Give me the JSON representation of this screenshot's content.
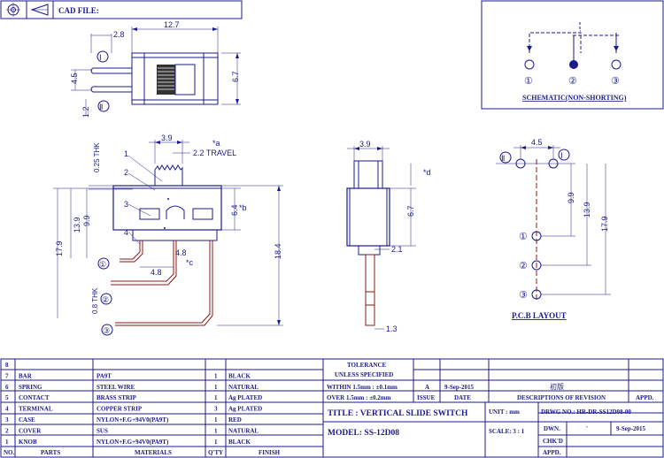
{
  "header": {
    "cad_file": "CAD FILE:"
  },
  "schematic": {
    "title": "SCHEMATIC(NON-SHORTING)",
    "pins": [
      "①",
      "②",
      "③"
    ]
  },
  "top_view": {
    "dims": [
      "2.8",
      "12.7",
      "4.5",
      "6.7",
      "1.2"
    ],
    "markers": [
      "Ⅰ",
      "Ⅱ"
    ]
  },
  "front_view": {
    "dims": [
      "3.9",
      "*a",
      "2.2  TRAVEL",
      "0.25 THK",
      "9.9",
      "13.9",
      "17.9",
      "*b",
      "6.4",
      "4.8",
      "*c",
      "4.8",
      "18.4",
      "0.8 THK"
    ],
    "callouts": [
      "1",
      "2",
      "3",
      "4"
    ],
    "pins": [
      "①",
      "②",
      "③"
    ]
  },
  "side_view": {
    "dims": [
      "3.9",
      "*d",
      "6.7",
      "2.1",
      "1.3"
    ]
  },
  "pcb_layout": {
    "title": "P.C.B  LAYOUT",
    "dims": [
      "4.5",
      "9.9",
      "13.9",
      "17.9"
    ],
    "markers": [
      "Ⅱ",
      "Ⅰ"
    ],
    "pins": [
      "①",
      "②",
      "③"
    ]
  },
  "parts_table": {
    "headers": [
      "NO.",
      "PARTS",
      "MATERIALS",
      "Q'TY",
      "FINISH"
    ],
    "rows": [
      {
        "no": "8",
        "part": "",
        "material": "",
        "qty": "",
        "finish": ""
      },
      {
        "no": "7",
        "part": "BAR",
        "material": "PA9T",
        "qty": "1",
        "finish": "BLACK"
      },
      {
        "no": "6",
        "part": "SPRING",
        "material": "STEEL WIRE",
        "qty": "1",
        "finish": "NATURAL"
      },
      {
        "no": "5",
        "part": "CONTACT",
        "material": "BRASS STRIP",
        "qty": "1",
        "finish": "Ag PLATED"
      },
      {
        "no": "4",
        "part": "TERMINAL",
        "material": "COPPER STRIP",
        "qty": "3",
        "finish": "Ag PLATED"
      },
      {
        "no": "3",
        "part": "CASE",
        "material": "NYLON+F.G+94V0(PA9T)",
        "qty": "1",
        "finish": "RED"
      },
      {
        "no": "2",
        "part": "COVER",
        "material": "SUS",
        "qty": "1",
        "finish": "NATURAL"
      },
      {
        "no": "1",
        "part": "KNOB",
        "material": "NYLON+F.G+94V0(PA9T)",
        "qty": "1",
        "finish": "BLACK"
      }
    ]
  },
  "title_block": {
    "tolerance": "TOLERANCE",
    "unless": "UNLESS  SPECIFIED",
    "within": "WITHIN 1.5mm : ±0.1mm",
    "over": "OVER 1.5mm : ±0.2mm",
    "rev": "A",
    "rev_date": "9-Sep-2015",
    "rev_desc": "初版",
    "issue": "ISSUE",
    "date": "DATE",
    "desc_rev": "DESCRIPTIONS OF REVISION",
    "appd": "APPD.",
    "title": "TITLE :  VERTICAL SLIDE SWITCH",
    "model": "MODEL:  SS-12D08",
    "unit": "UNIT :  mm",
    "scale": "SCALE:  3 : 1",
    "drwg": "DRWG NO.: HR-DR-SS12D08-00",
    "dwn_label": "DWN.",
    "dwn_value": "'",
    "dwn_date": "9-Sep-2015",
    "chkd": "CHK'D",
    "appd_label": "APPD."
  }
}
